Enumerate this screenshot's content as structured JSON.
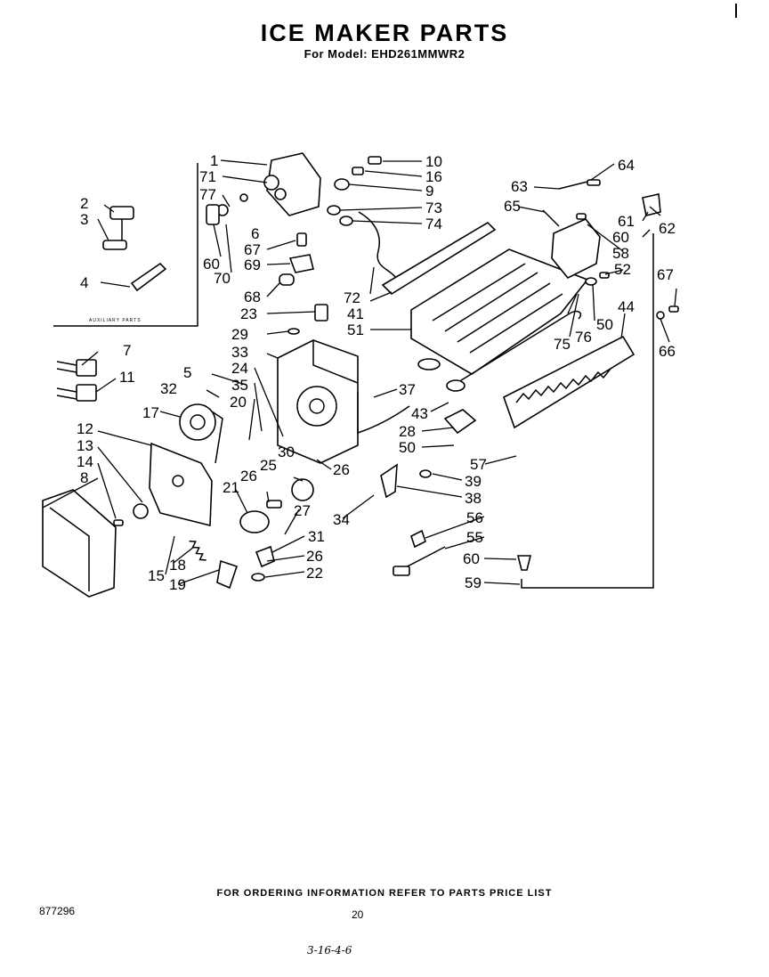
{
  "title": "ICE MAKER PARTS",
  "subtitle": "For Model: EHD261MMWR2",
  "footer_note": "FOR ORDERING INFORMATION REFER TO PARTS PRICE LIST",
  "document_number": "877296",
  "page_number": "20",
  "handwritten_note": "3-16-4-6",
  "auxiliary_label": "AUXILIARY PARTS",
  "callouts": {
    "c1": "1",
    "c2": "2",
    "c3": "3",
    "c4": "4",
    "c5": "5",
    "c6": "6",
    "c7": "7",
    "c8": "8",
    "c9": "9",
    "c10": "10",
    "c11": "11",
    "c12": "12",
    "c13": "13",
    "c14": "14",
    "c15": "15",
    "c16": "16",
    "c17": "17",
    "c18": "18",
    "c19": "19",
    "c20": "20",
    "c21": "21",
    "c22": "22",
    "c23": "23",
    "c24": "24",
    "c25": "25",
    "c26a": "26",
    "c26b": "26",
    "c26c": "26",
    "c27": "27",
    "c28": "28",
    "c29": "29",
    "c30": "30",
    "c31": "31",
    "c32": "32",
    "c33": "33",
    "c34": "34",
    "c35": "35",
    "c37": "37",
    "c38": "38",
    "c39": "39",
    "c41": "41",
    "c43": "43",
    "c44": "44",
    "c50a": "50",
    "c50b": "50",
    "c51": "51",
    "c52": "52",
    "c55": "55",
    "c56": "56",
    "c57": "57",
    "c58": "58",
    "c59": "59",
    "c60a": "60",
    "c60b": "60",
    "c60c": "60",
    "c61": "61",
    "c62": "62",
    "c63": "63",
    "c64": "64",
    "c65": "65",
    "c66": "66",
    "c67a": "67",
    "c67b": "67",
    "c68": "68",
    "c69": "69",
    "c70": "70",
    "c71": "71",
    "c72": "72",
    "c73": "73",
    "c74": "74",
    "c75": "75",
    "c76": "76",
    "c77": "77"
  }
}
